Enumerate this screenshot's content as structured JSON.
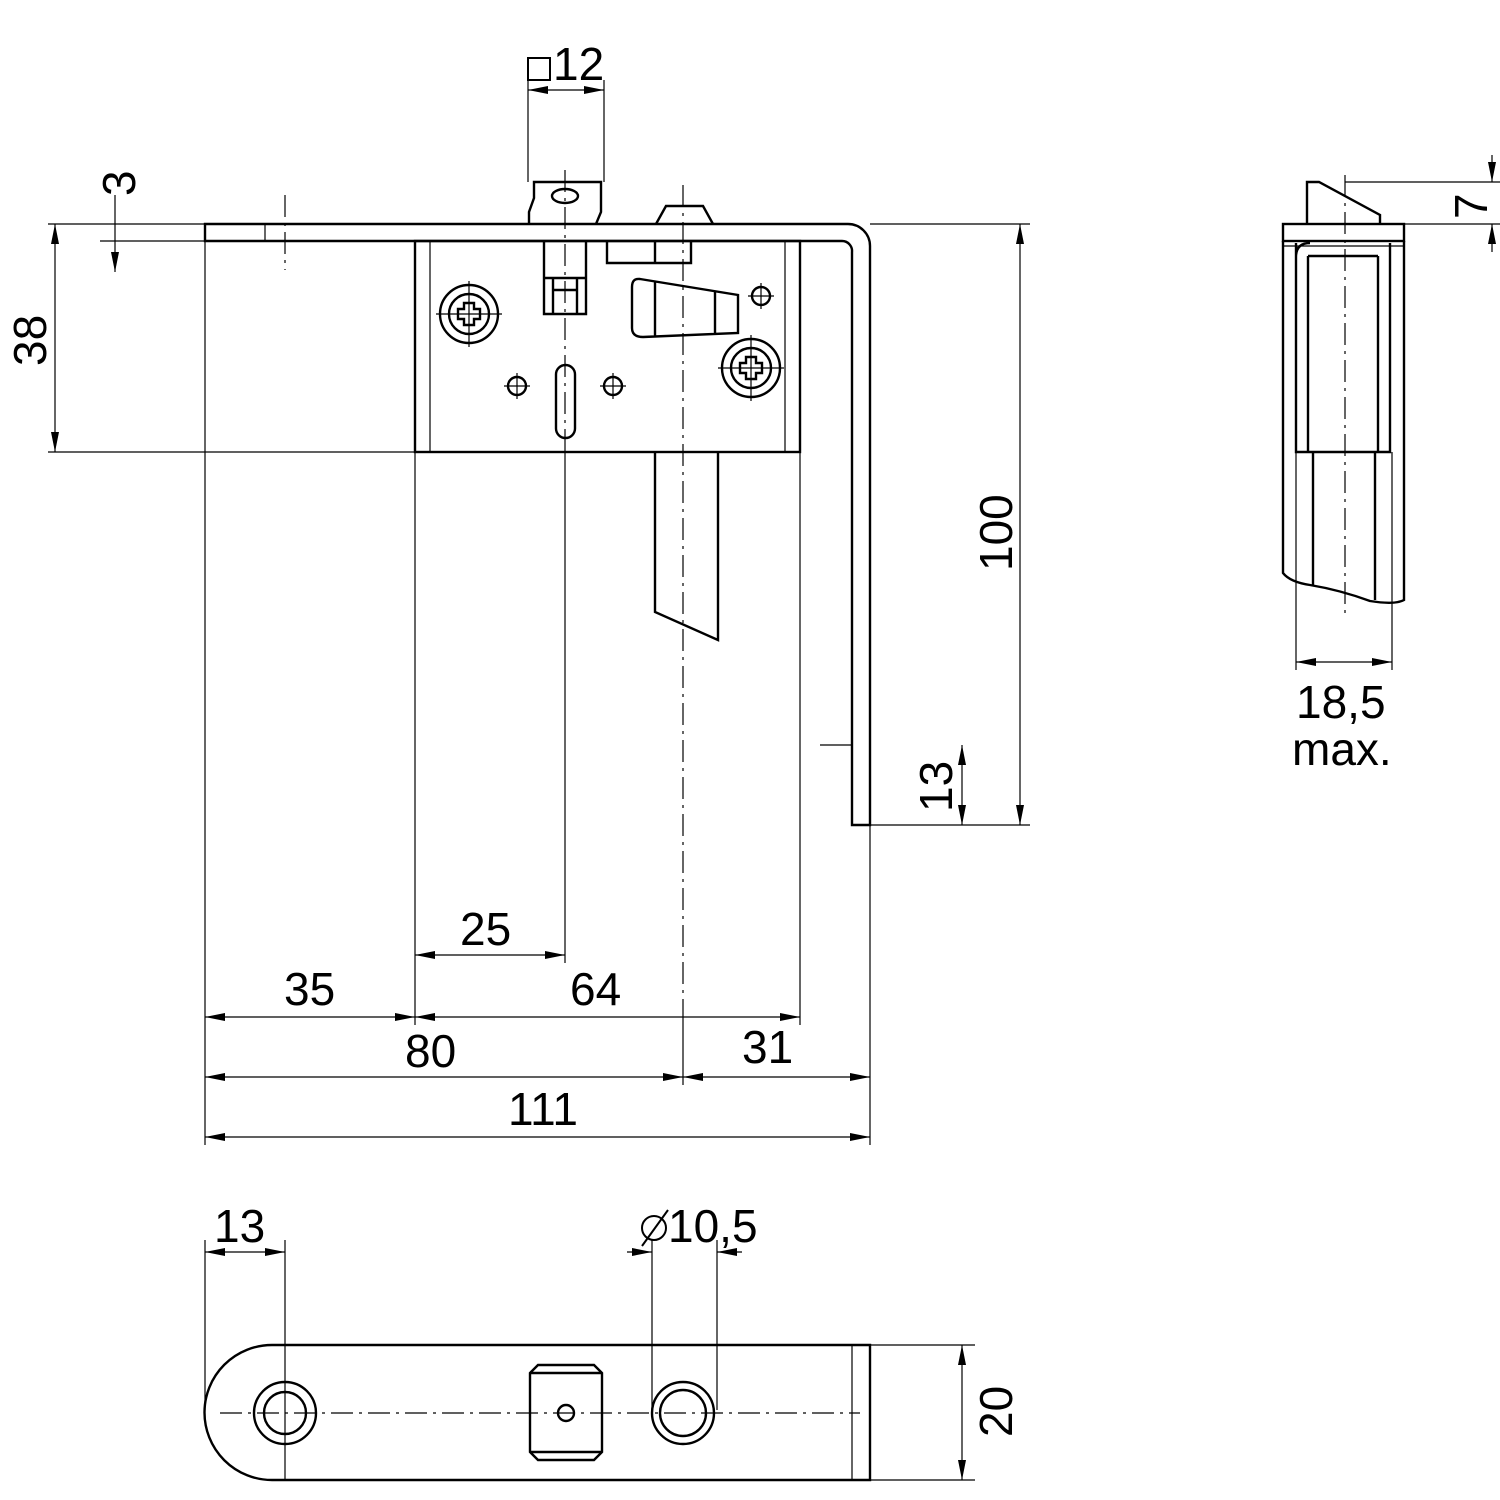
{
  "title": "Mortise lock technical drawing",
  "dimensions": {
    "square_spindle": "12",
    "plate_thickness": "3",
    "case_height": "38",
    "total_height": "100",
    "hook_length": "13",
    "backset_to_spindle": "25",
    "plate_to_case": "35",
    "case_width": "64",
    "plate_to_centerline": "80",
    "centerline_to_end": "31",
    "overall_length": "111",
    "bolt_projection": "7",
    "side_width": "18,5",
    "side_width_note": "max.",
    "hole_offset": "13",
    "hole_diameter": "10,5",
    "plate_width": "20"
  },
  "colors": {
    "line": "#000000",
    "background": "#ffffff"
  }
}
